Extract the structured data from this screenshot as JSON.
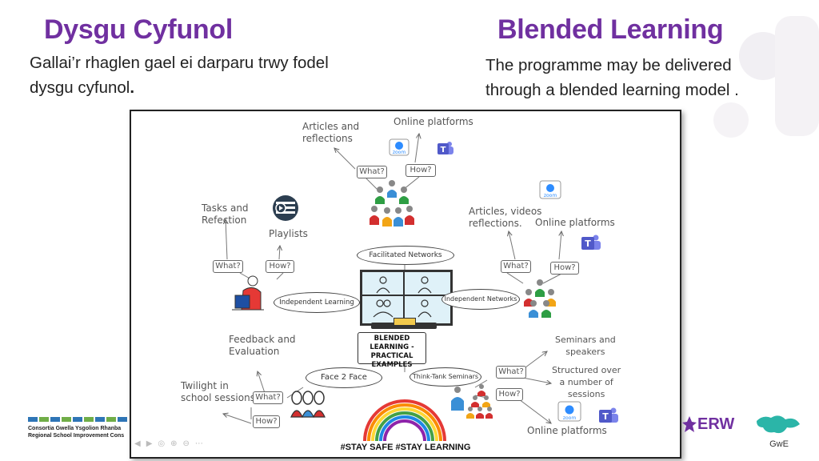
{
  "left": {
    "title": "Dysgu Cyfunol",
    "text_line1": "Gallai’r rhaglen gael ei darparu trwy fodel",
    "text_line2": "dysgu cyfunol",
    "text_line2_end": "."
  },
  "right": {
    "title": "Blended Learning",
    "text_line1": "The programme may be delivered",
    "text_line2": "through a blended learning model ."
  },
  "diagram": {
    "center_label_1": "BLENDED LEARNING -",
    "center_label_2": "PRACTICAL",
    "center_label_3": "EXAMPLES",
    "top": {
      "articles_1": "Articles and",
      "articles_2": "reflections",
      "online": "Online platforms",
      "what": "What?",
      "how": "How?",
      "oval": "Facilitated Networks"
    },
    "left": {
      "tasks_1": "Tasks and",
      "tasks_2": "Refection",
      "playlists": "Playlists",
      "what": "What?",
      "how": "How?",
      "oval": "Independent Learning"
    },
    "right": {
      "articles_1": "Articles, videos",
      "articles_2": "reflections.",
      "online": "Online platforms",
      "what": "What?",
      "how": "How?",
      "oval": "Independent Networks"
    },
    "bottom_left": {
      "feedback_1": "Feedback and",
      "feedback_2": "Evaluation",
      "twilight_1": "Twilight in",
      "twilight_2": "school sessions",
      "what": "What?",
      "how": "How?",
      "oval": "Face 2 Face"
    },
    "bottom_right": {
      "seminars_1": "Seminars and",
      "seminars_2": "speakers",
      "structured_1": "Structured over",
      "structured_2": "a number of",
      "structured_3": "sessions",
      "online": "Online platforms",
      "what": "What?",
      "how": "How?",
      "oval": "Think-Tank Seminars"
    },
    "hashtag": "#STAY SAFE #STAY LEARNING",
    "zoom": "zoom"
  },
  "footer": {
    "consortia_1": "Consortia Gwella Ysgolion Rhanba",
    "consortia_2": "Regional School Improvement Cons",
    "erw": "ERW",
    "gwe": "GwE"
  },
  "colors": {
    "title": "#7030a0",
    "teams": "#5059c9",
    "zoom": "#2d8cff"
  }
}
